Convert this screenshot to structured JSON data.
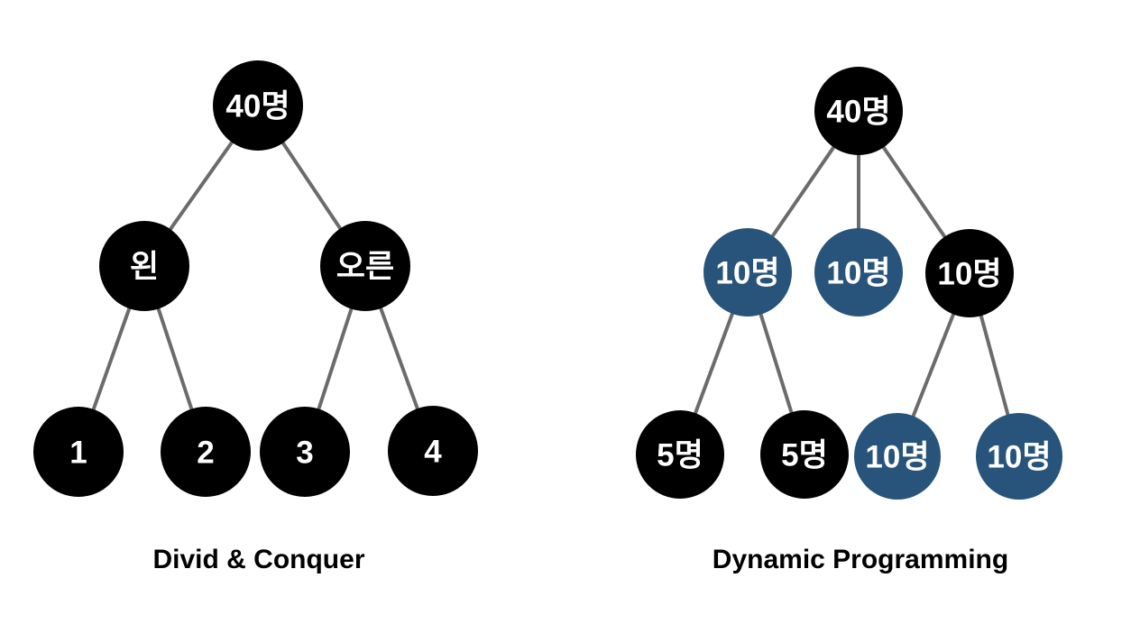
{
  "colors": {
    "node_black": "#000000",
    "node_blue": "#28547c",
    "edge": "#6b6b6b",
    "node_text": "#ffffff",
    "title_text": "#000000"
  },
  "divide_tree": {
    "title": "Divid & Conquer",
    "nodes": {
      "root": {
        "label": "40명",
        "color": "#000000"
      },
      "left": {
        "label": "왼",
        "color": "#000000"
      },
      "right": {
        "label": "오른",
        "color": "#000000"
      },
      "leaf1": {
        "label": "1",
        "color": "#000000"
      },
      "leaf2": {
        "label": "2",
        "color": "#000000"
      },
      "leaf3": {
        "label": "3",
        "color": "#000000"
      },
      "leaf4": {
        "label": "4",
        "color": "#000000"
      }
    }
  },
  "dp_tree": {
    "title": "Dynamic Programming",
    "nodes": {
      "root": {
        "label": "40명",
        "color": "#000000"
      },
      "child1": {
        "label": "10명",
        "color": "#28547c"
      },
      "child2": {
        "label": "10명",
        "color": "#28547c"
      },
      "child3": {
        "label": "10명",
        "color": "#000000"
      },
      "leaf1": {
        "label": "5명",
        "color": "#000000"
      },
      "leaf2": {
        "label": "5명",
        "color": "#000000"
      },
      "leaf3": {
        "label": "10명",
        "color": "#28547c"
      },
      "leaf4": {
        "label": "10명",
        "color": "#28547c"
      }
    }
  }
}
